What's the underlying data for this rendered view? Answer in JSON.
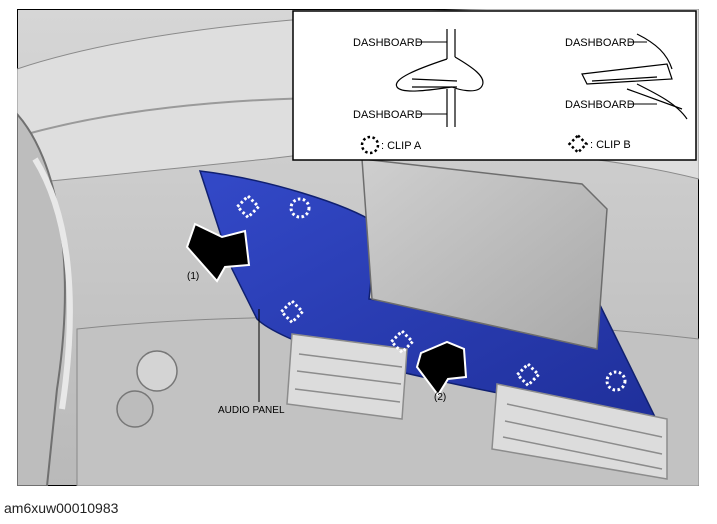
{
  "figure_id": "am6xuw00010983",
  "inset": {
    "clip_a_top_label": "DASHBOARD",
    "clip_a_bottom_label": "DASHBOARD",
    "clip_b_top_label": "DASHBOARD",
    "clip_b_bottom_label": "DASHBOARD",
    "legend_clip_a": ": CLIP A",
    "legend_clip_b": ": CLIP B"
  },
  "callouts": {
    "step_1": "(1)",
    "step_2": "(2)",
    "audio_panel": "AUDIO PANEL"
  },
  "colors": {
    "panel_highlight": "#2a3fb8",
    "interior_gray": "#c9c9c9",
    "line": "#000000"
  }
}
